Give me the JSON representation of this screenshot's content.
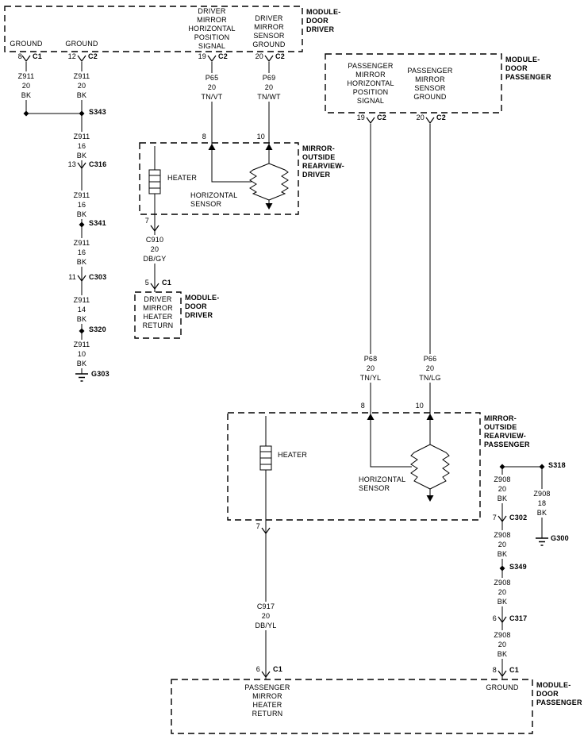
{
  "module_door_driver_top": {
    "name": "MODULE-\nDOOR\nDRIVER",
    "signals": {
      "ground_1": "GROUND",
      "ground_2": "GROUND",
      "horizontal_position": "DRIVER\nMIRROR\nHORIZONTAL\nPOSITION\nSIGNAL",
      "sensor_ground": "DRIVER\nMIRROR\nSENSOR\nGROUND"
    },
    "pins": {
      "p8": {
        "num": "8",
        "conn": "C1"
      },
      "p12": {
        "num": "12",
        "conn": "C2"
      },
      "p19": {
        "num": "19",
        "conn": "C2"
      },
      "p20": {
        "num": "20",
        "conn": "C2"
      }
    }
  },
  "module_door_passenger_top": {
    "name": "MODULE-\nDOOR\nPASSENGER",
    "signals": {
      "horizontal_position": "PASSENGER\nMIRROR\nHORIZONTAL\nPOSITION\nSIGNAL",
      "sensor_ground": "PASSENGER\nMIRROR\nSENSOR\nGROUND"
    },
    "pins": {
      "p19": {
        "num": "19",
        "conn": "C2"
      },
      "p20": {
        "num": "20",
        "conn": "C2"
      }
    }
  },
  "mirror_driver": {
    "name": "MIRROR-\nOUTSIDE\nREARVIEW-\nDRIVER",
    "heater": "HEATER",
    "sensor": "HORIZONTAL\nSENSOR",
    "pins": {
      "p8": "8",
      "p10": "10",
      "p7": "7"
    }
  },
  "mirror_passenger": {
    "name": "MIRROR-\nOUTSIDE\nREARVIEW-\nPASSENGER",
    "heater": "HEATER",
    "sensor": "HORIZONTAL\nSENSOR",
    "pins": {
      "p8": "8",
      "p10": "10",
      "p7": "7"
    }
  },
  "driver_heater_return": {
    "name": "MODULE-\nDOOR\nDRIVER",
    "signal": "DRIVER\nMIRROR\nHEATER\nRETURN",
    "pin": {
      "num": "5",
      "conn": "C1"
    }
  },
  "passenger_heater_return": {
    "name": "MODULE-\nDOOR\nPASSENGER",
    "signal": "PASSENGER\nMIRROR\nHEATER\nRETURN",
    "ground": "GROUND",
    "pin_heater": {
      "num": "6",
      "conn": "C1"
    },
    "pin_ground": {
      "num": "8",
      "conn": "C1"
    }
  },
  "wires": {
    "z911_20_a": "Z911\n20\nBK",
    "z911_20_b": "Z911\n20\nBK",
    "z911_16": "Z911\n16\nBK",
    "z911_14": "Z911\n14\nBK",
    "z911_10": "Z911\n10\nBK",
    "p65": "P65\n20\nTN/VT",
    "p69": "P69\n20\nTN/WT",
    "c910": "C910\n20\nDB/GY",
    "p68": "P68\n20\nTN/YL",
    "p66": "P66\n20\nTN/LG",
    "c917": "C917\n20\nDB/YL",
    "z908_20": "Z908\n20\nBK",
    "z908_18": "Z908\n18\nBK"
  },
  "connectors": {
    "c316": {
      "num": "13",
      "name": "C316"
    },
    "c303": {
      "num": "11",
      "name": "C303"
    },
    "c302": {
      "num": "7",
      "name": "C302"
    },
    "c317": {
      "num": "6",
      "name": "C317"
    }
  },
  "splices": {
    "s343": "S343",
    "s341": "S341",
    "s320": "S320",
    "s318": "S318",
    "s349": "S349"
  },
  "grounds": {
    "g303": "G303",
    "g300": "G300"
  },
  "colors": {
    "line": "#000000",
    "background": "#ffffff"
  }
}
